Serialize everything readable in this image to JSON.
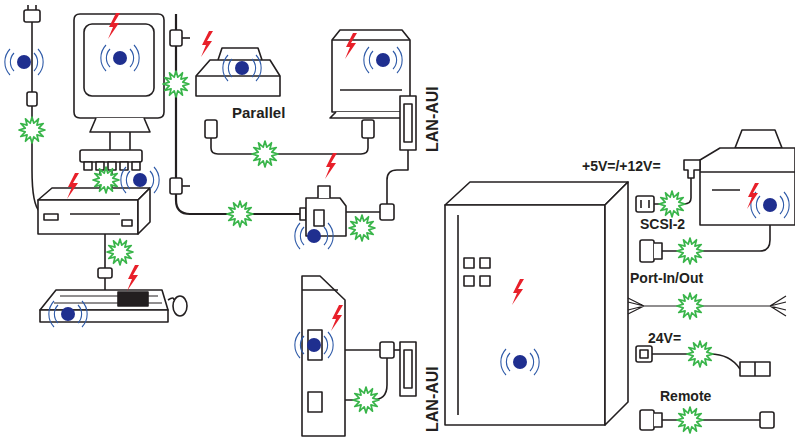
{
  "diagram": {
    "labels": [
      "Parallel",
      "LAN-AUI",
      "LAN-AUI",
      "+5V=/+12V=",
      "SCSI-2",
      "Port-In/Out",
      "24V=",
      "Remote"
    ]
  }
}
